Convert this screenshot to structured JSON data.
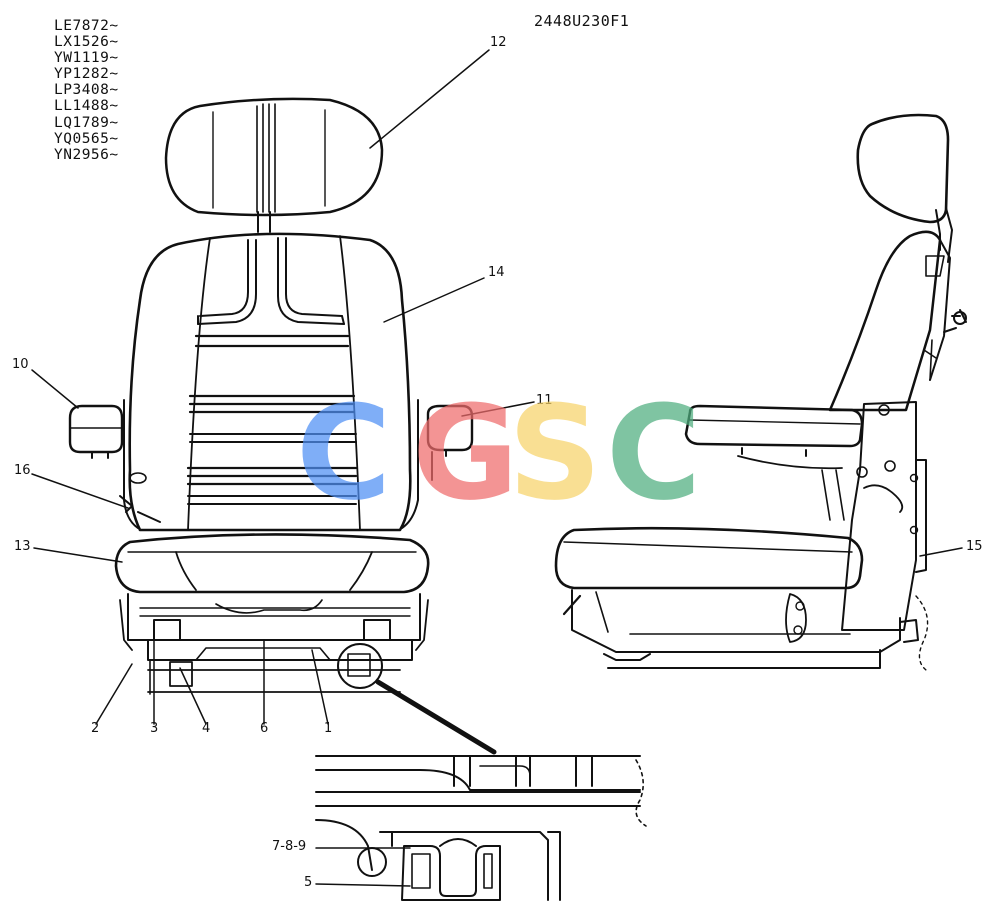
{
  "drawing_id": "2448U230F1",
  "serial_numbers": [
    "LE7872~",
    "LX1526~",
    "YW1119~",
    "YP1282~",
    "LP3408~",
    "LL1488~",
    "LQ1789~",
    "YQ0565~",
    "YN2956~"
  ],
  "callouts": {
    "c1": "1",
    "c2": "2",
    "c3": "3",
    "c4": "4",
    "c5": "5",
    "c6": "6",
    "c789": "7-8-9",
    "c10": "10",
    "c11": "11",
    "c12": "12",
    "c13": "13",
    "c14": "14",
    "c15": "15",
    "c16": "16"
  },
  "watermark": {
    "letters": [
      "C",
      "G",
      "S",
      "C"
    ],
    "colors": [
      "#4f8ff5",
      "#ef6b6b",
      "#f7d46a",
      "#4fae7f"
    ]
  },
  "line_color": "#111111"
}
